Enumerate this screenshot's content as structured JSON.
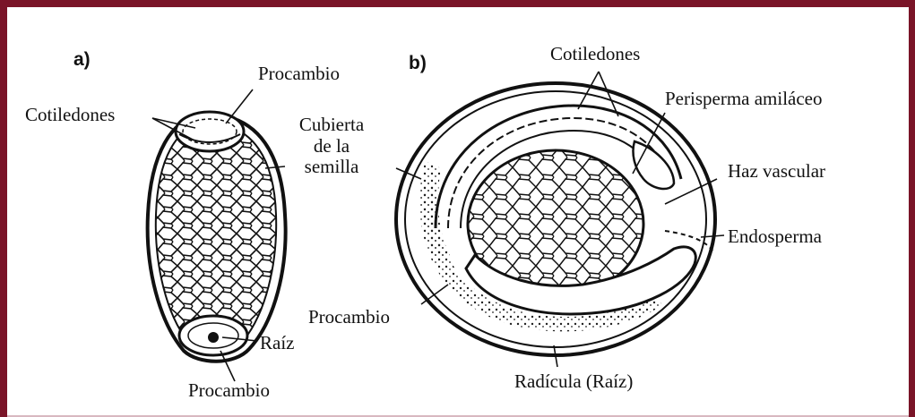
{
  "panels": {
    "a": "a)",
    "b": "b)"
  },
  "labels_a": {
    "procambio_top": "Procambio",
    "cotiledones": "Cotiledones",
    "cubierta_line1": "Cubierta",
    "cubierta_line2": "de la",
    "cubierta_line3": "semilla",
    "raiz": "Raíz",
    "procambio_bottom": "Procambio"
  },
  "labels_b": {
    "cotiledones": "Cotiledones",
    "perisperma": "Perisperma amiláceo",
    "haz_vascular": "Haz vascular",
    "endosperma": "Endosperma",
    "procambio": "Procambio",
    "radicula": "Radícula (Raíz)"
  },
  "colors": {
    "frame": "#7a1428",
    "ink": "#111111"
  }
}
